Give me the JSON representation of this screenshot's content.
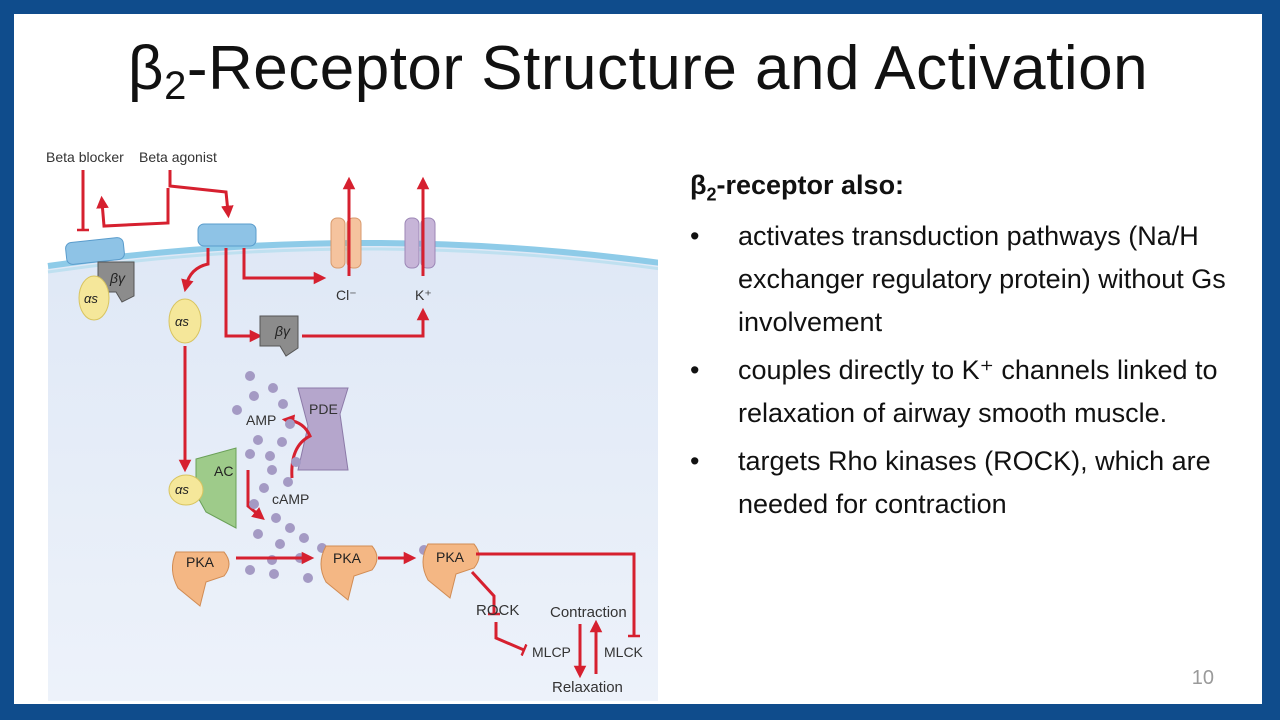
{
  "slide": {
    "title_main": "β",
    "title_sub": "2",
    "title_rest": "-Receptor Structure and Activation",
    "page_number": "10"
  },
  "diagram": {
    "labels": {
      "beta_blocker": "Beta blocker",
      "beta_agonist": "Beta agonist",
      "cl": "Cl⁻",
      "k": "K⁺",
      "alpha_s": "αs",
      "beta_gamma": "βγ",
      "pde": "PDE",
      "amp": "AMP",
      "ac": "AC",
      "camp": "cAMP",
      "pka": "PKA",
      "rock": "ROCK",
      "mlcp": "MLCP",
      "mlck": "MLCK",
      "contraction": "Contraction",
      "relaxation": "Relaxation"
    }
  },
  "bullets": {
    "heading_main": "β",
    "heading_sub": "2",
    "heading_rest": "-receptor also:",
    "bullet_char": "•",
    "items": [
      " activates transduction pathways (Na/H exchanger regulatory protein) without Gs involvement",
      " couples directly to K⁺ channels linked to relaxation of airway smooth muscle.",
      "targets Rho kinases (ROCK), which are needed for contraction"
    ]
  },
  "colors": {
    "frame": "#0f4c8c",
    "arrow": "#d6202f",
    "cell_interior": "#e8eff9",
    "membrane": "#8ecbe8",
    "alpha_s": "#f5e79a",
    "beta_gamma": "#8c8c8c",
    "pka": "#f4b784",
    "pde": "#b5a6cc",
    "ac": "#9ecb8a",
    "camp_dots": "#a49ac4"
  }
}
